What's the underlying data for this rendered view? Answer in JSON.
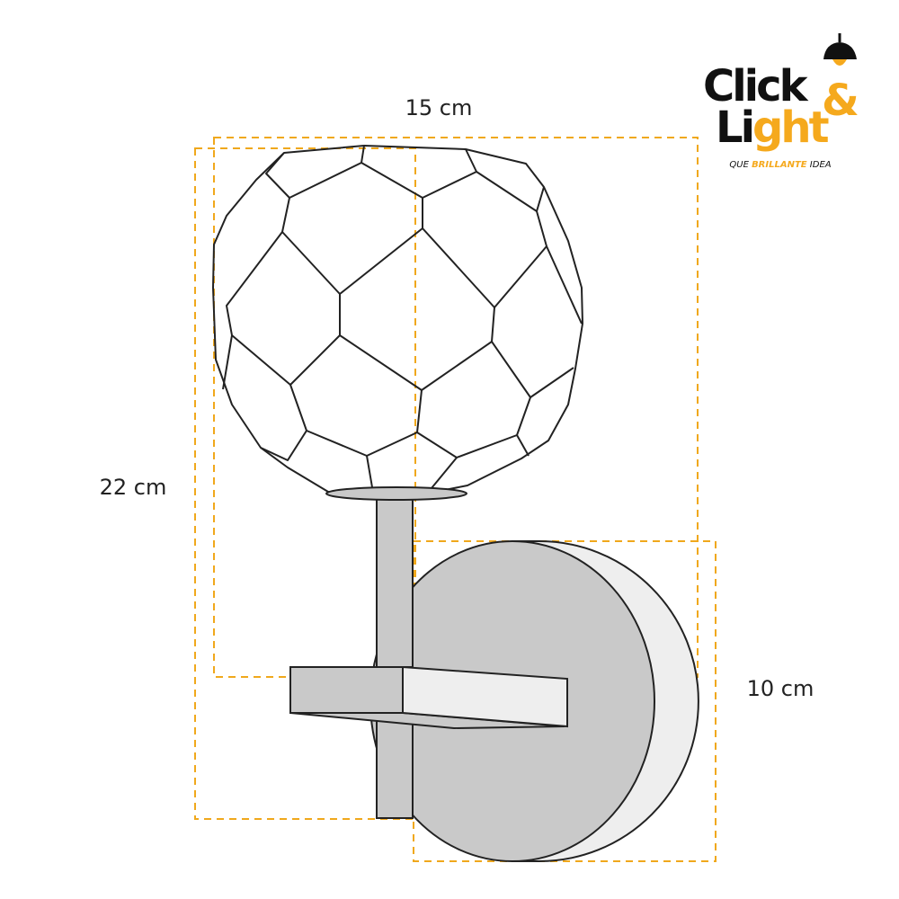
{
  "dimensions": {
    "width_label": "15 cm",
    "height_label": "22 cm",
    "depth_label": "10 cm"
  },
  "logo": {
    "word1": "Click",
    "ampersand": "&",
    "word2_prefix": "Li",
    "word2_suffix": "ght",
    "tagline_part1": "QUE ",
    "tagline_bold": "BRILLANTE",
    "tagline_part2": " IDEA"
  },
  "colors": {
    "dashed_guide": "#f0a81c",
    "logo_dark": "#111111",
    "logo_accent": "#f5a91d",
    "metal_fill": "#c9c9c9",
    "metal_light": "#eeeeee",
    "outline": "#222222"
  },
  "icons": {
    "logo_mark": "pendant-lamp-icon"
  }
}
